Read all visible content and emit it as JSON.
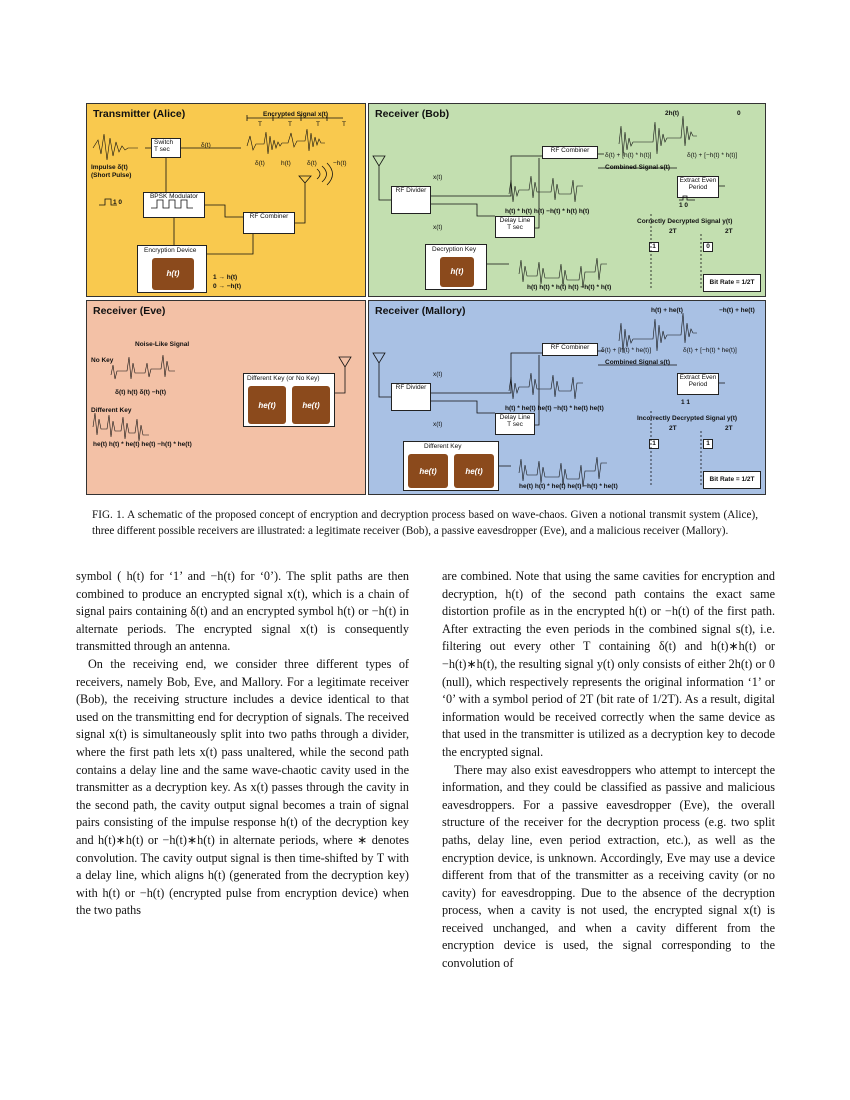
{
  "figure": {
    "alice": {
      "title": "Transmitter (Alice)",
      "encrypted_signal": "Encrypted Signal x(t)",
      "period": "T",
      "switch": "Switch",
      "tsec": "T sec",
      "delta": "δ(t)",
      "impulse": "Impulse δ(t)",
      "short_pulse": "(Short Pulse)",
      "bits": "1 0",
      "bpsk": "BPSK Modulator",
      "rf_combiner": "RF Combiner",
      "enc_device": "Encryption Device",
      "ht": "h(t)",
      "map1": "1 → h(t)",
      "map0": "0 → −h(t)",
      "pulse_labels": [
        "δ(t)",
        "h(t)",
        "δ(t)",
        "−h(t)"
      ]
    },
    "bob": {
      "title": "Receiver (Bob)",
      "two_h": "2h(t)",
      "zero": "0",
      "rf_combiner": "RF Combiner",
      "sum1": "δ(t) + [h(t) * h(t)]",
      "sum2": "δ(t) + [−h(t) * h(t)]",
      "combined": "Combined Signal s(t)",
      "extract": "Extract Even Period",
      "xt": "x(t)",
      "rf_divider": "RF Divider",
      "delay": "Delay Line",
      "tsec": "T sec",
      "row_labels": "h(t) * h(t)   h(t)   −h(t) * h(t)   h(t)",
      "correct": "Correctly Decrypted Signal y(t)",
      "two_t": "2T",
      "one": "1",
      "zero_box": "0",
      "dec_key": "Decryption Key",
      "ht": "h(t)",
      "bottom_labels": "h(t)  h(t) * h(t)  h(t)  −h(t) * h(t)",
      "bits": "1 0",
      "bitrate": "Bit Rate = 1/2T"
    },
    "eve": {
      "title": "Receiver (Eve)",
      "noise": "Noise-Like Signal",
      "nokey": "No Key",
      "labels1": "δ(t)   h(t)   δ(t)   −h(t)",
      "diffkey": "Different Key",
      "labels2": "he(t)  h(t) * he(t)  he(t)  −h(t) * he(t)",
      "box_title": "Different Key (or No Key)",
      "he": "he(t)"
    },
    "mallory": {
      "title": "Receiver (Mallory)",
      "top1": "h(t) + he(t)",
      "top2": "−h(t) + he(t)",
      "rf_combiner": "RF Combiner",
      "sum1": "δ(t) + [h(t) * he(t)]",
      "sum2": "δ(t) + [−h(t) * he(t)]",
      "combined": "Combined Signal s(t)",
      "extract": "Extract Even Period",
      "xt": "x(t)",
      "rf_divider": "RF Divider",
      "delay": "Delay Line",
      "tsec": "T sec",
      "row_labels": "h(t) * he(t)  he(t)  −h(t) * he(t)  he(t)",
      "incorrect": "Incorrectly Decrypted Signal y(t)",
      "two_t": "2T",
      "bits": "1 1",
      "one": "1",
      "diff_key": "Different Key",
      "he": "he(t)",
      "bottom_labels": "he(t)  h(t) * he(t)  he(t)  −h(t) * he(t)",
      "bitrate": "Bit Rate = 1/2T"
    }
  },
  "caption": "FIG. 1.   A schematic of the proposed concept of encryption and decryption process based on wave-chaos. Given a notional transmit system (Alice), three different possible receivers are illustrated: a legitimate receiver (Bob), a passive eavesdropper (Eve), and a malicious receiver (Mallory).",
  "col1": {
    "p1": "symbol ( h(t) for ‘1’ and −h(t) for ‘0’). The split paths are then combined to produce an encrypted signal x(t), which is a chain of signal pairs containing δ(t) and an encrypted symbol h(t) or −h(t) in alternate periods. The encrypted signal x(t) is consequently transmitted through an antenna.",
    "p2": "On the receiving end, we consider three different types of receivers, namely Bob, Eve, and Mallory. For a legitimate receiver (Bob), the receiving structure includes a device identical to that used on the transmitting end for decryption of signals. The received signal x(t) is simultaneously split into two paths through a divider, where the first path lets x(t) pass unaltered, while the second path contains a delay line and the same wave-chaotic cavity used in the transmitter as a decryption key. As x(t) passes through the cavity in the second path, the cavity output signal becomes a train of signal pairs consisting of the impulse response h(t) of the decryption key and h(t)∗h(t) or −h(t)∗h(t) in alternate periods, where ∗ denotes convolution. The cavity output signal is then time-shifted by T with a delay line, which aligns h(t) (generated from the decryption key) with h(t) or −h(t) (encrypted pulse from encryption device) when the two paths"
  },
  "col2": {
    "p1": "are combined. Note that using the same cavities for encryption and decryption, h(t) of the second path contains the exact same distortion profile as in the encrypted h(t) or −h(t) of the first path. After extracting the even periods in the combined signal s(t), i.e. filtering out every other T containing δ(t) and h(t)∗h(t) or −h(t)∗h(t), the resulting signal y(t) only consists of either 2h(t) or 0 (null), which respectively represents the original information ‘1’ or ‘0’ with a symbol period of 2T (bit rate of 1/2T). As a result, digital information would be received correctly when the same device as that used in the transmitter is utilized as a decryption key to decode the encrypted signal.",
    "p2": "There may also exist eavesdroppers who attempt to intercept the information, and they could be classified as passive and malicious eavesdroppers. For a passive eavesdropper (Eve), the overall structure of the receiver for the decryption process (e.g. two split paths, delay line, even period extraction, etc.), as well as the encryption device, is unknown. Accordingly, Eve may use a device different from that of the transmitter as a receiving cavity (or no cavity) for eavesdropping. Due to the absence of the decryption process, when a cavity is not used, the encrypted signal x(t) is received unchanged, and when a cavity different from the encryption device is used, the signal corresponding to the convolution of"
  }
}
